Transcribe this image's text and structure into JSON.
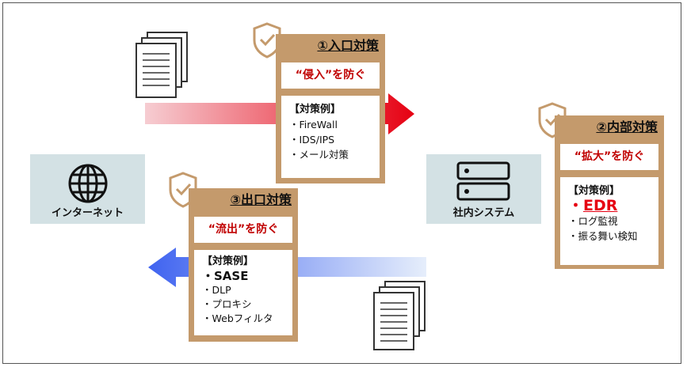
{
  "nodes": {
    "internet": "インターネット",
    "system": "社内システム"
  },
  "cards": [
    {
      "title": "①入口対策",
      "goal": "“侵入”を防ぐ",
      "list_header": "【対策例】",
      "items": [
        "・FireWall",
        "・IDS/IPS",
        "・メール対策"
      ]
    },
    {
      "title": "②内部対策",
      "goal": "“拡大”を防ぐ",
      "list_header": "【対策例】",
      "highlight": "EDR",
      "highlight_bullet": "・",
      "items": [
        "・ログ監視",
        "・振る舞い検知"
      ]
    },
    {
      "title": "③出口対策",
      "goal": "“流出”を防ぐ",
      "list_header": "【対策例】",
      "highlight": "・SASE",
      "items": [
        "・DLP",
        "・プロキシ",
        "・Webフィルタ"
      ]
    }
  ],
  "colors": {
    "card": "#c49a6c",
    "goal_text": "#c00000",
    "node_bg": "#d3e1e4",
    "inbound_arrow": "#e60012",
    "outbound_arrow": "#3f63f0"
  }
}
